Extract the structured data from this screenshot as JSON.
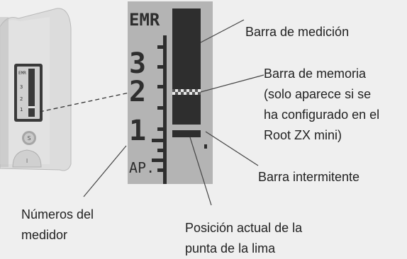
{
  "display": {
    "header": "EMR",
    "scale_numbers": [
      "3",
      "2",
      "1"
    ],
    "apex_label": "AP."
  },
  "labels": {
    "meter_bar": "Barra de medición",
    "memory_bar": [
      "Barra de memoria",
      "(solo aparece si se",
      "ha configurado en el",
      "Root ZX mini)"
    ],
    "blinking_bar": "Barra intermitente",
    "meter_numbers": [
      "Números del",
      "medidor"
    ],
    "file_tip_position": [
      "Posición actual de la",
      "punta de la lima"
    ]
  },
  "device": {
    "button_label": "S",
    "lower_button_label": "I"
  },
  "colors": {
    "background": "#efefef",
    "lcd_background": "#b4b4b4",
    "lcd_dark": "#2e2e2e",
    "device_body": "#d6d6d6",
    "leader_line": "#444444"
  }
}
